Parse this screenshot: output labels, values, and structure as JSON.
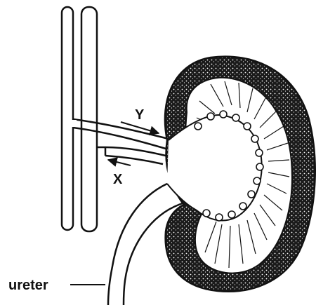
{
  "labels": {
    "y": "Y",
    "x": "X",
    "ureter": "ureter"
  },
  "colors": {
    "ink": "#111111",
    "paper": "#ffffff",
    "cortex_fill": "#2a2a2a"
  }
}
